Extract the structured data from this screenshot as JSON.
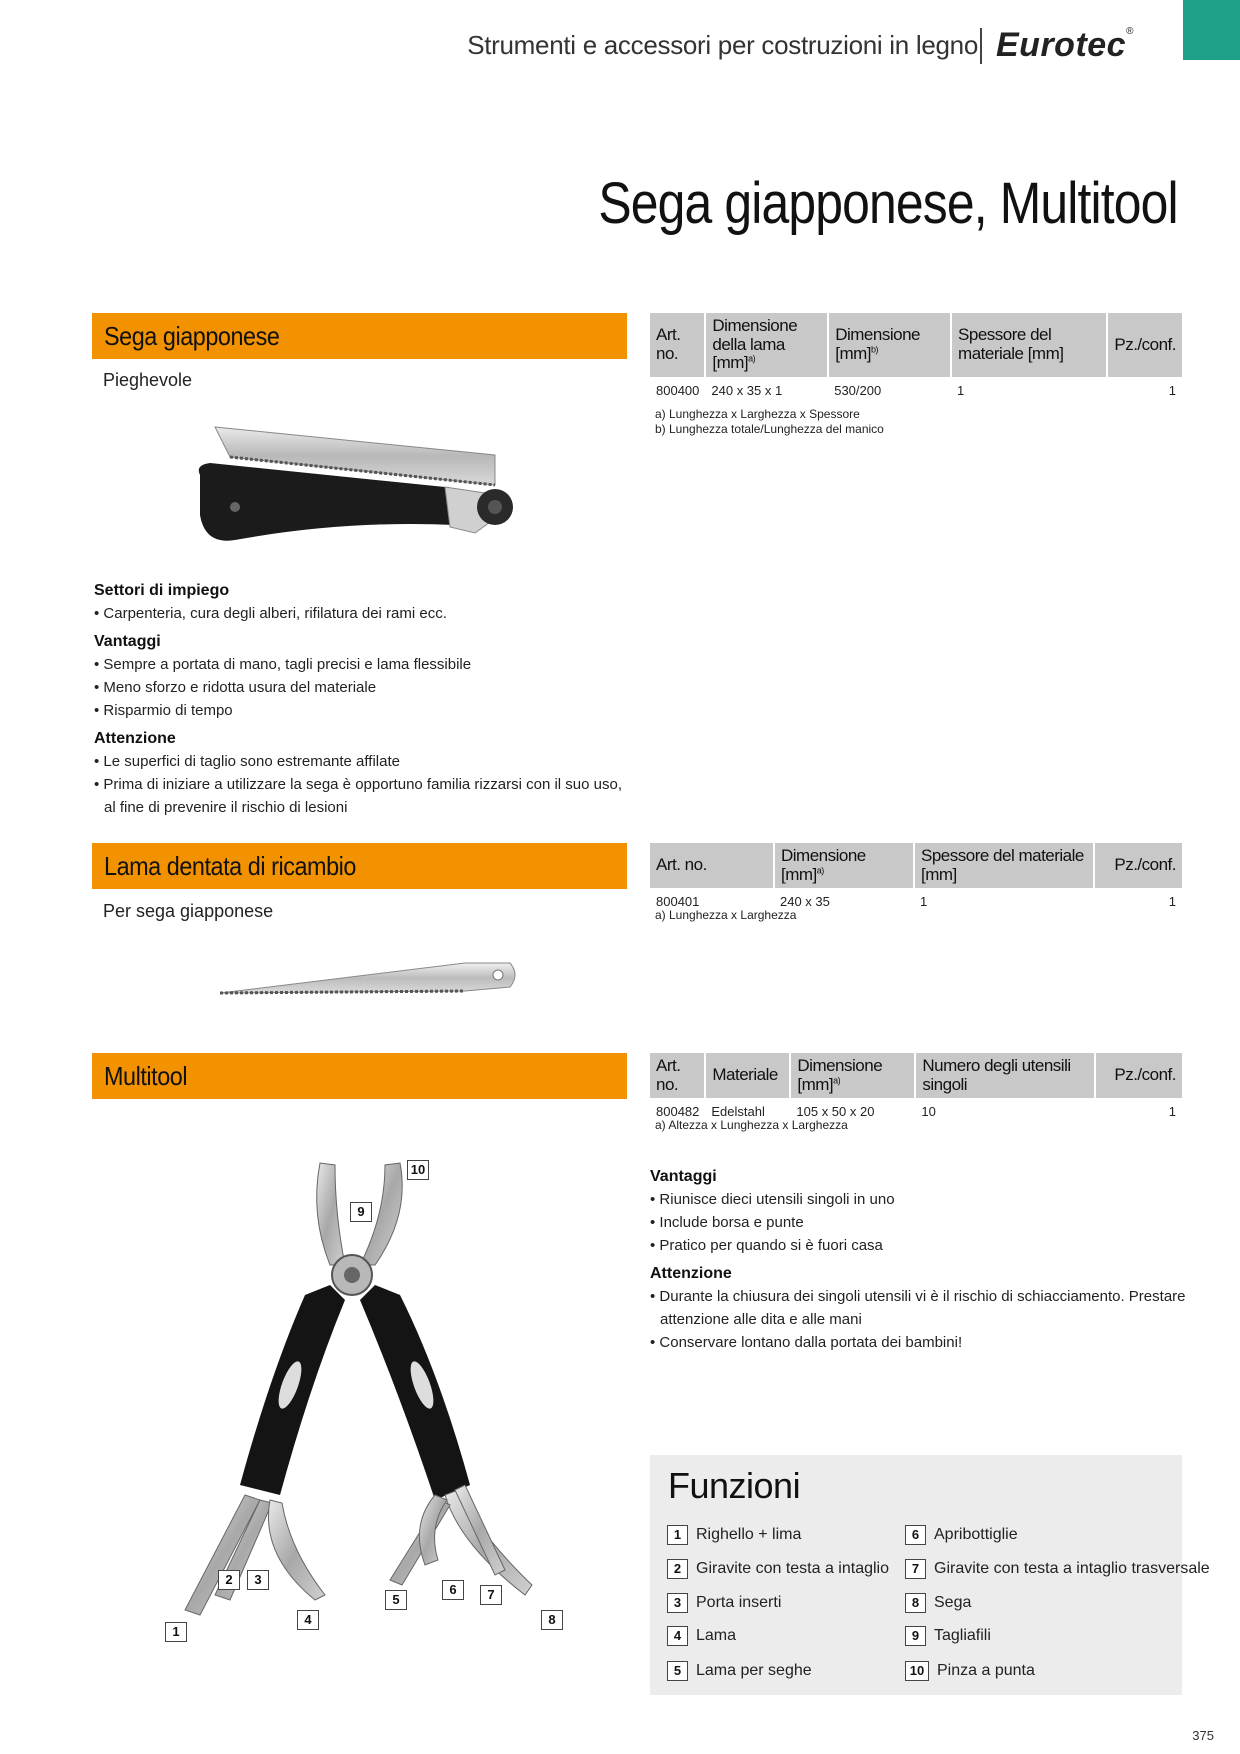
{
  "header": {
    "title": "Strumenti e accessori per costruzioni in legno",
    "logo": "Eurotec",
    "logo_mark": "®"
  },
  "main_title": "Sega giapponese, Multitool",
  "sections": {
    "saw": {
      "title": "Sega giapponese",
      "subtitle": "Pieghevole",
      "table": {
        "headers": [
          "Art. no.",
          "Dimensione della lama [mm]",
          "Dimensione [mm]",
          "Spessore del materiale [mm]",
          "Pz./conf."
        ],
        "header_sups": [
          "",
          "a)",
          "b)",
          "",
          ""
        ],
        "rows": [
          [
            "800400",
            "240 x 35 x 1",
            "530/200",
            "1",
            "1"
          ]
        ]
      },
      "footnotes": [
        "a) Lunghezza x Larghezza x Spessore",
        "b) Lunghezza totale/Lunghezza del manico"
      ],
      "blocks": [
        {
          "heading": "Settori di impiego",
          "items": [
            "• Carpenteria, cura degli alberi, rifilatura dei rami ecc."
          ]
        },
        {
          "heading": "Vantaggi",
          "items": [
            "• Sempre a portata di mano, tagli precisi e lama flessibile",
            "• Meno sforzo e ridotta usura del materiale",
            "• Risparmio di tempo"
          ]
        },
        {
          "heading": "Attenzione",
          "items": [
            "• Le superfici di taglio sono estremante affilate",
            "• Prima di iniziare a utilizzare la sega è opportuno familia rizzarsi con il suo uso, al fine di prevenire il rischio di lesioni"
          ]
        }
      ]
    },
    "blade": {
      "title": "Lama dentata di ricambio",
      "subtitle": "Per sega giapponese",
      "table": {
        "headers": [
          "Art. no.",
          "Dimensione [mm]",
          "Spessore del materiale [mm]",
          "Pz./conf."
        ],
        "header_sups": [
          "",
          "a)",
          "",
          ""
        ],
        "rows": [
          [
            "800401",
            "240 x 35",
            "1",
            "1"
          ]
        ]
      },
      "footnotes": [
        "a) Lunghezza x Larghezza"
      ]
    },
    "multitool": {
      "title": "Multitool",
      "table": {
        "headers": [
          "Art. no.",
          "Materiale",
          "Dimensione [mm]",
          "Numero degli utensili singoli",
          "Pz./conf."
        ],
        "header_sups": [
          "",
          "",
          "a)",
          "",
          ""
        ],
        "rows": [
          [
            "800482",
            "Edelstahl",
            "105 x 50 x 20",
            "10",
            "1"
          ]
        ]
      },
      "footnotes": [
        "a) Altezza x Lunghezza x Larghezza"
      ],
      "blocks": [
        {
          "heading": "Vantaggi",
          "items": [
            "• Riunisce dieci utensili singoli in uno",
            "• Include borsa e punte",
            "• Pratico per quando si è fuori casa"
          ]
        },
        {
          "heading": "Attenzione",
          "items": [
            "• Durante la chiusura dei singoli utensili vi è il rischio di schiacciamento. Prestare attenzione alle dita e alle mani",
            "• Conservare lontano dalla portata dei bambini!"
          ]
        }
      ],
      "callouts": [
        "1",
        "2",
        "3",
        "4",
        "5",
        "6",
        "7",
        "8",
        "9",
        "10"
      ]
    }
  },
  "funzioni": {
    "title": "Funzioni",
    "items": [
      {
        "n": "1",
        "label": "Righello + lima"
      },
      {
        "n": "2",
        "label": "Giravite con testa a intaglio"
      },
      {
        "n": "3",
        "label": "Porta inserti"
      },
      {
        "n": "4",
        "label": "Lama"
      },
      {
        "n": "5",
        "label": "Lama per seghe"
      },
      {
        "n": "6",
        "label": "Apribottiglie"
      },
      {
        "n": "7",
        "label": "Giravite con testa a intaglio trasversale"
      },
      {
        "n": "8",
        "label": "Sega"
      },
      {
        "n": "9",
        "label": "Tagliafili"
      },
      {
        "n": "10",
        "label": "Pinza a punta"
      }
    ]
  },
  "page_number": "375",
  "colors": {
    "accent": "#f39200",
    "tab": "#1fa088",
    "table_header": "#c8c8c8"
  }
}
